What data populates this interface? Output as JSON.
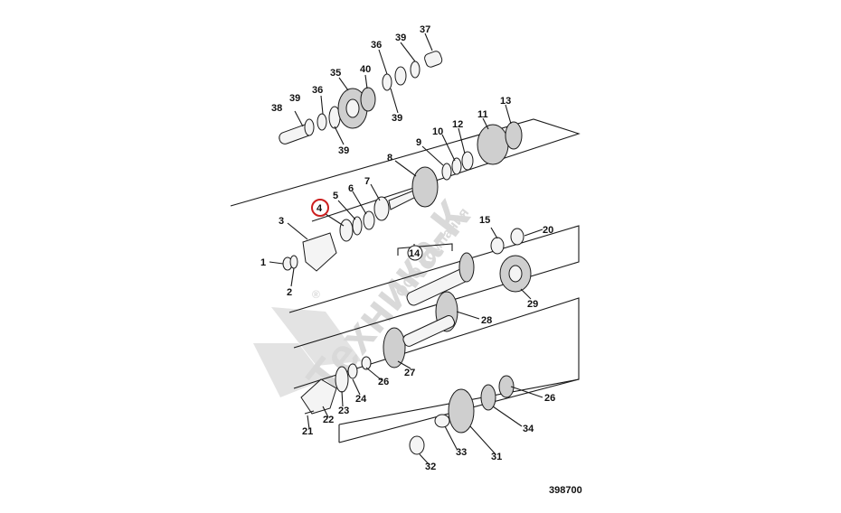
{
  "labels": {
    "l1": "1",
    "l2": "2",
    "l3": "3",
    "l4": "4",
    "l5": "5",
    "l6": "6",
    "l7": "7",
    "l8": "8",
    "l9": "9",
    "l10": "10",
    "l11": "11",
    "l12": "12",
    "l13": "13",
    "l14": "14",
    "l15": "15",
    "l20": "20",
    "l21": "21",
    "l22": "22",
    "l23": "23",
    "l24": "24",
    "l26a": "26",
    "l26b": "26",
    "l27": "27",
    "l28": "28",
    "l29": "29",
    "l31": "31",
    "l32": "32",
    "l33": "33",
    "l34": "34",
    "l35": "35",
    "l36a": "36",
    "l36b": "36",
    "l37": "37",
    "l38": "38",
    "l39a": "39",
    "l39b": "39",
    "l39c": "39",
    "l39d": "39",
    "l40": "40"
  },
  "reference_number": "398700",
  "watermark": {
    "brand": "Техника-К",
    "company": "ООО Компания",
    "registered_mark": "®"
  },
  "highlight": {
    "label": "4",
    "color": "#cc1f1f"
  }
}
